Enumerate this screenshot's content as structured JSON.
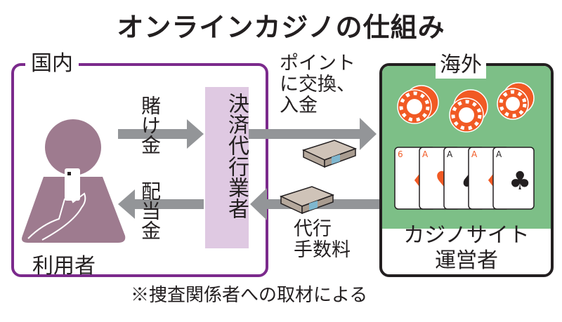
{
  "title": "オンラインカジノの仕組み",
  "domestic": {
    "label": "国内",
    "user_label": "利用者",
    "agent_label": "決済代行業者",
    "bet_label": "賭け金",
    "payout_label": "配当金"
  },
  "flows": {
    "points_label": "ポイント\nに交換、\n入金",
    "fee_label": "代行\n手数料"
  },
  "overseas": {
    "label": "海外",
    "operator_label": "カジノサイト\n運営者",
    "cards": [
      {
        "rank": "6",
        "suit": "diamond"
      },
      {
        "rank": "A",
        "suit": "heart"
      },
      {
        "rank": "A",
        "suit": "spade"
      },
      {
        "rank": "A",
        "suit": "diamond"
      },
      {
        "rank": "A",
        "suit": "club"
      }
    ],
    "chip_stacks": 3
  },
  "footnote": "※捜査関係者への取材による",
  "colors": {
    "domestic_border": "#7b2a8c",
    "agent_fill": "#dfc9e2",
    "person_fill": "#9e7b8f",
    "arrow": "#939598",
    "felt_green": "#7dbf87",
    "chip_orange": "#f15a24",
    "card_red": "#f15a24"
  }
}
